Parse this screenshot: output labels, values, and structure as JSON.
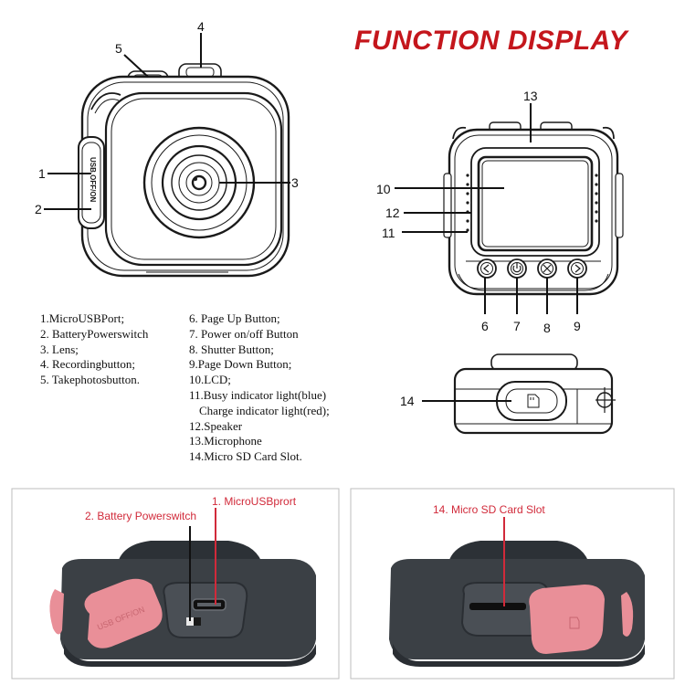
{
  "title": "FUNCTION DISPLAY",
  "colors": {
    "title_red": "#c4161c",
    "photo_label_red": "#d12a3a",
    "cover_pink": "#e98f98",
    "body_dark": "#3b4045",
    "line_dark": "#1a1a1a"
  },
  "legend_left": [
    "1.MicroUSBPort;",
    "2. BatteryPowerswitch",
    "3. Lens;",
    "4. Recordingbutton;",
    "5. Takephotosbutton."
  ],
  "legend_right": [
    "6. Page Up Button;",
    "7. Power on/off Button",
    "8. Shutter Button;",
    "9.Page Down Button;",
    "10.LCD;",
    "11.Busy indicator light(blue)",
    "Charge indicator light(red);",
    "12.Speaker",
    "13.Microphone",
    "14.Micro SD Card Slot."
  ],
  "callouts_front": [
    "1",
    "2",
    "3",
    "4",
    "5"
  ],
  "callouts_back": [
    "10",
    "12",
    "11",
    "13",
    "6",
    "7",
    "8",
    "9"
  ],
  "callout_bottom": "14",
  "cover_text": "USB OFF/ON",
  "photo_left": {
    "label_a": "2. Battery Powerswitch",
    "label_b": "1. MicroUSBprort"
  },
  "photo_right": {
    "label": "14. Micro SD Card Slot"
  },
  "icons": [
    "camera-front-drawing",
    "camera-back-drawing",
    "camera-bottom-drawing",
    "sd-card-icon",
    "usb-port-icon",
    "nav-left-icon",
    "power-icon",
    "shutter-icon",
    "nav-right-icon"
  ]
}
